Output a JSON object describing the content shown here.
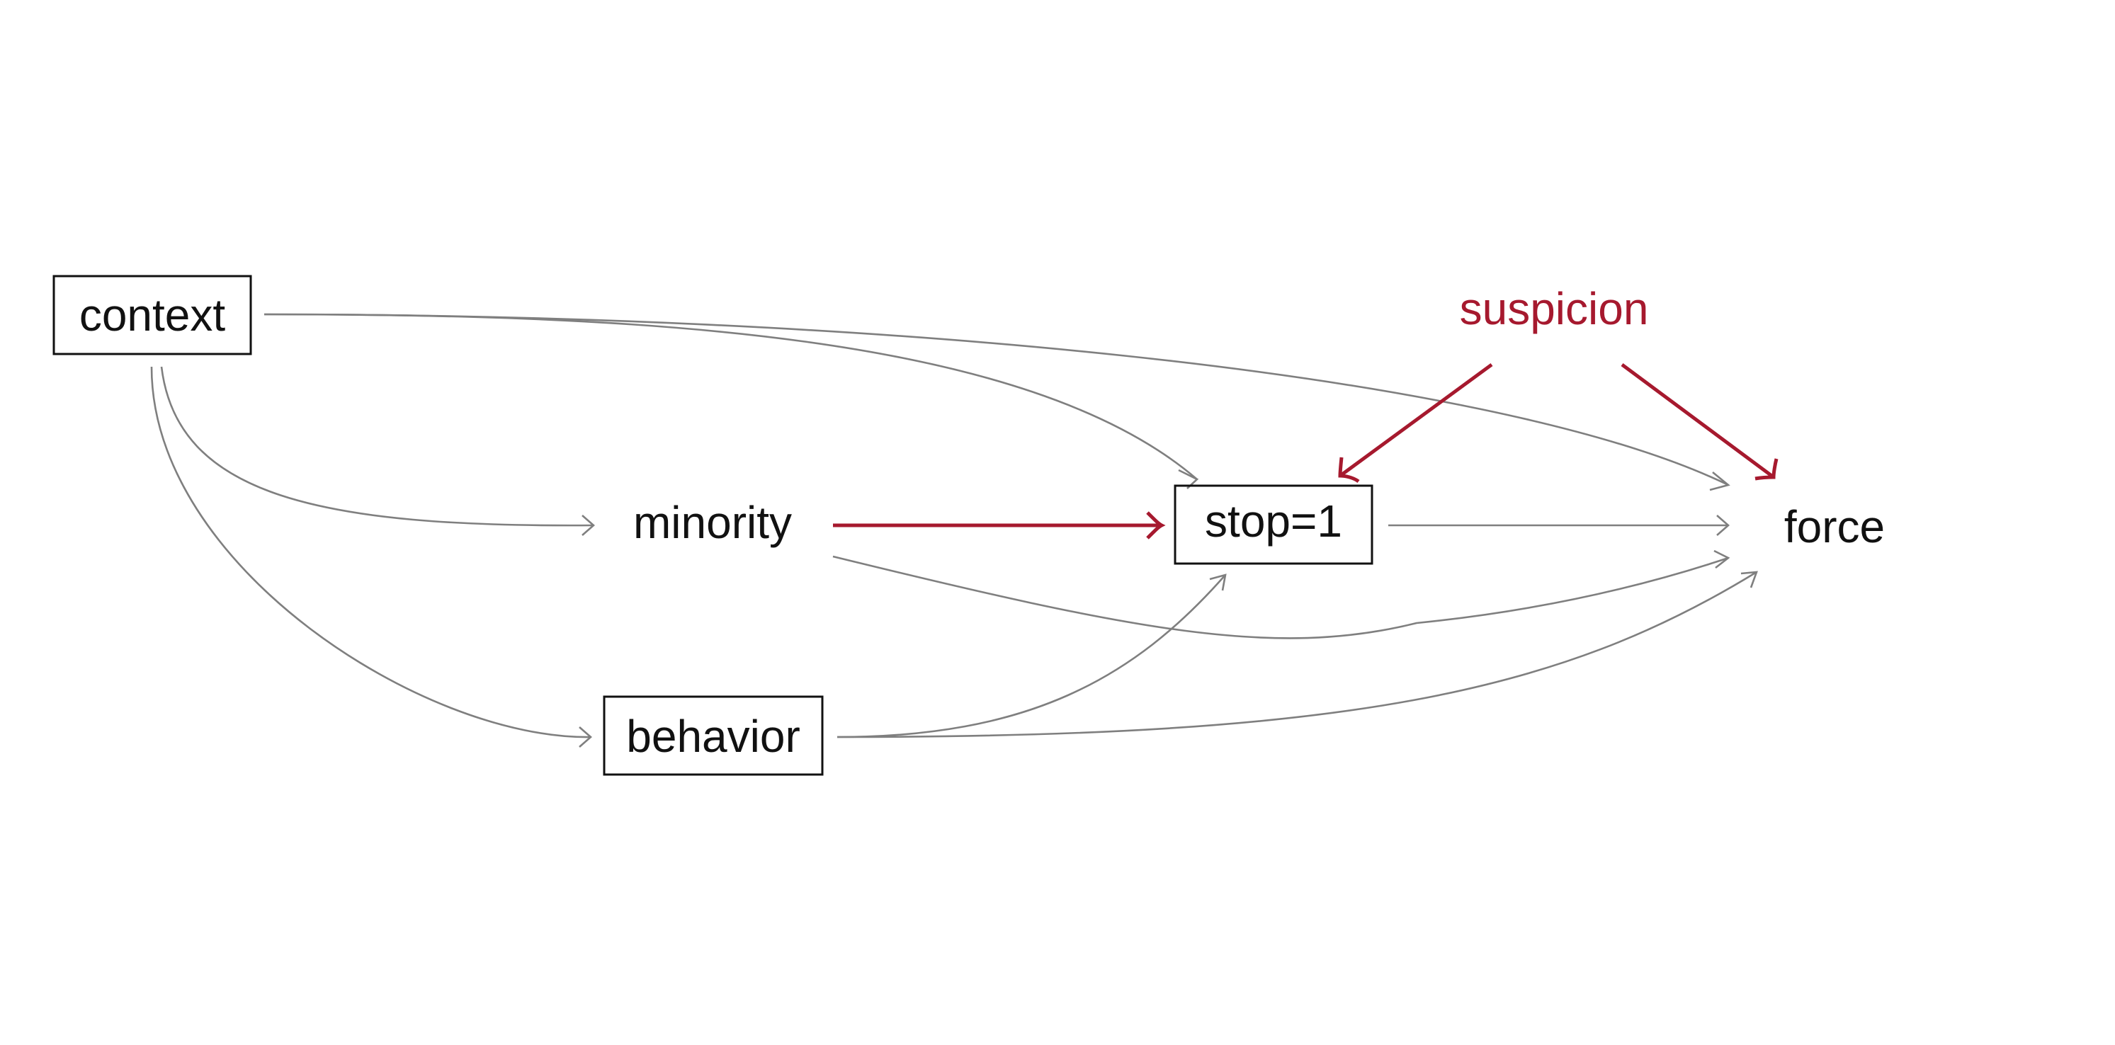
{
  "colors": {
    "node_text": "#111111",
    "edge_default": "#7f7f7f",
    "highlight": "#a6192e",
    "background": "#ffffff"
  },
  "nodes": {
    "context": {
      "label": "context",
      "boxed": true
    },
    "minority": {
      "label": "minority",
      "boxed": false
    },
    "behavior": {
      "label": "behavior",
      "boxed": true
    },
    "stop": {
      "label": "stop=1",
      "boxed": true
    },
    "force": {
      "label": "force",
      "boxed": false
    },
    "suspicion": {
      "label": "suspicion",
      "boxed": false,
      "highlighted": true,
      "unobserved": true
    }
  },
  "edges": [
    {
      "from": "context",
      "to": "minority",
      "highlight": false
    },
    {
      "from": "context",
      "to": "behavior",
      "highlight": false
    },
    {
      "from": "context",
      "to": "stop",
      "highlight": false
    },
    {
      "from": "context",
      "to": "force",
      "highlight": false
    },
    {
      "from": "minority",
      "to": "stop",
      "highlight": true
    },
    {
      "from": "minority",
      "to": "force",
      "highlight": false
    },
    {
      "from": "behavior",
      "to": "stop",
      "highlight": false
    },
    {
      "from": "behavior",
      "to": "force",
      "highlight": false
    },
    {
      "from": "stop",
      "to": "force",
      "highlight": false
    },
    {
      "from": "suspicion",
      "to": "stop",
      "highlight": true
    },
    {
      "from": "suspicion",
      "to": "force",
      "highlight": true
    }
  ]
}
